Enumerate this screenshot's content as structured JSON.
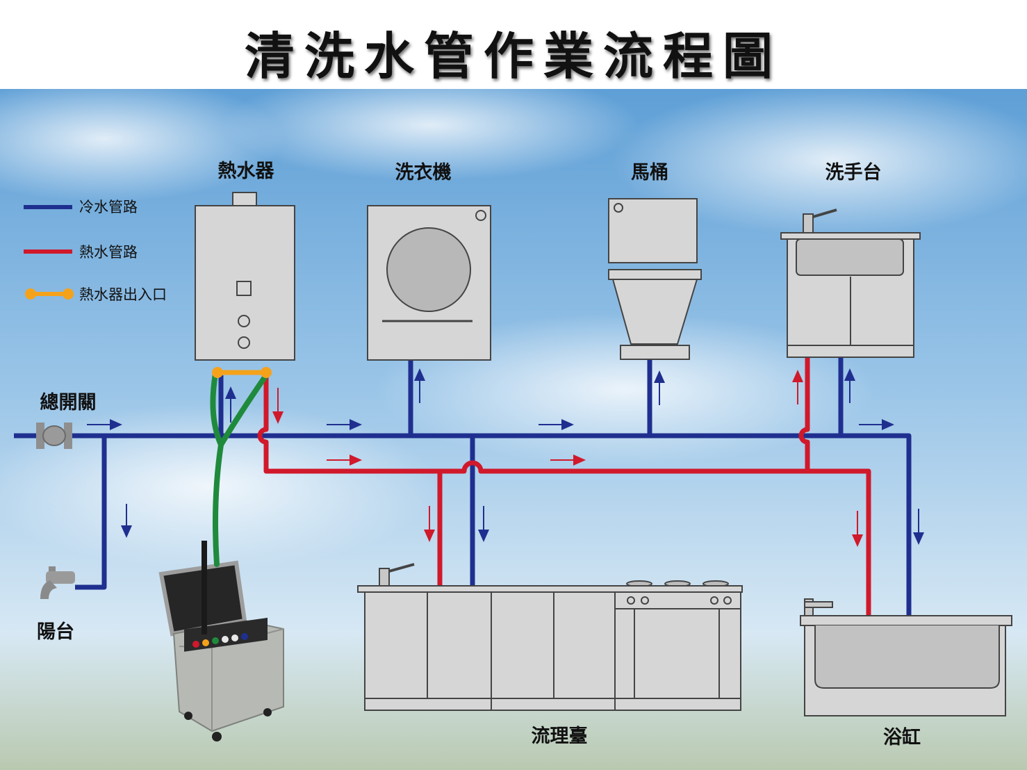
{
  "title": "清洗水管作業流程圖",
  "legend": {
    "cold": "冷水管路",
    "hot": "熱水管路",
    "heater_port": "熱水器出入口"
  },
  "labels": {
    "water_heater": "熱水器",
    "washing_machine": "洗衣機",
    "toilet": "馬桶",
    "wash_basin": "洗手台",
    "main_switch": "總開關",
    "balcony": "陽台",
    "kitchen_counter": "流理臺",
    "bathtub": "浴缸"
  },
  "colors": {
    "cold_pipe": "#1f2f8f",
    "hot_pipe": "#d0192b",
    "heater_port": "#f5a21b",
    "cleaning_hose": "#1f8a3c",
    "appliance_fill": "#d6d6d6",
    "appliance_stroke": "#444444"
  }
}
